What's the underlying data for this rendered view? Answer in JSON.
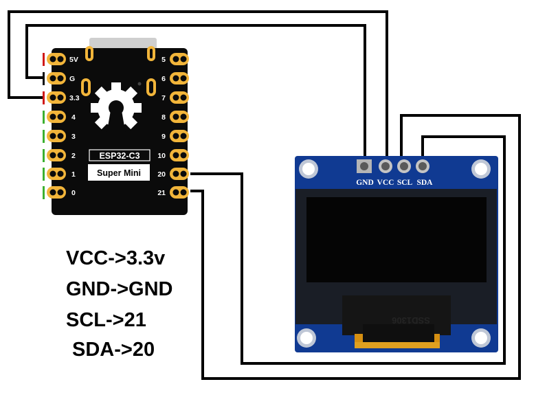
{
  "board": {
    "name_line1": "ESP32-C3",
    "name_line2": "Super Mini",
    "left_pins": [
      "5V",
      "G",
      "3.3",
      "4",
      "3",
      "2",
      "1",
      "0"
    ],
    "right_pins": [
      "5",
      "6",
      "7",
      "8",
      "9",
      "10",
      "20",
      "21"
    ]
  },
  "display": {
    "pins": [
      "GND",
      "VCC",
      "SCL",
      "SDA"
    ],
    "ribbon_marking": "SSD1306"
  },
  "notes": [
    "VCC->3.3v",
    "GND->GND",
    "SCL->21",
    "SDA->20"
  ],
  "colors": {
    "board": "#0b0b0b",
    "pad_gold": "#f2b53a",
    "pcb_blue": "#103a92",
    "screen": "#050505",
    "wire": "#000000",
    "power_mark": "#d01818",
    "gpio_mark": "#3cb030"
  }
}
